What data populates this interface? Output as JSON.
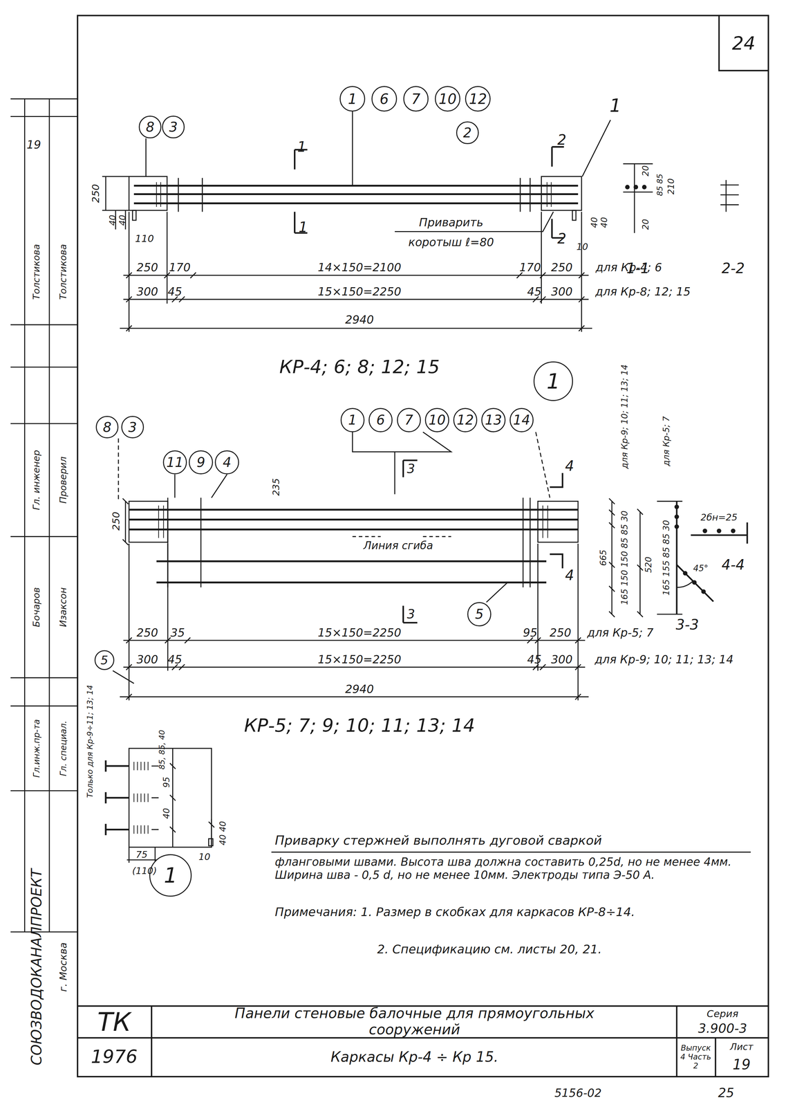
{
  "diagram": {
    "nodes": [
      {
        "text": [
          "8"
        ]
      },
      {
        "text": [
          "3"
        ]
      },
      {
        "text": [
          "1"
        ]
      },
      {
        "text": [
          "6"
        ]
      },
      {
        "text": [
          "7"
        ]
      },
      {
        "text": [
          "10"
        ]
      },
      {
        "text": [
          "12"
        ]
      },
      {
        "text": [
          "2"
        ]
      },
      {
        "text": [
          "1"
        ]
      },
      {
        "text": [
          "1"
        ]
      },
      {
        "text": [
          "6"
        ]
      },
      {
        "text": [
          "7"
        ]
      },
      {
        "text": [
          "10"
        ]
      },
      {
        "text": [
          "12"
        ]
      },
      {
        "text": [
          "13"
        ]
      },
      {
        "text": [
          "14"
        ]
      },
      {
        "text": [
          "8"
        ]
      },
      {
        "text": [
          "3"
        ]
      },
      {
        "text": [
          "11"
        ]
      },
      {
        "text": [
          "9"
        ]
      },
      {
        "text": [
          "4"
        ]
      },
      {
        "text": [
          "5"
        ]
      },
      {
        "text": [
          "5"
        ]
      },
      {
        "text": [
          "1"
        ]
      }
    ],
    "labels": [
      "24",
      "19",
      "Толстикова",
      "Толстикова",
      "Гл. инженер",
      "Проверил",
      "Бочаров",
      "Изаксон",
      "Гл.инж.пр-та",
      "Гл. специал.",
      "СОЮЗВОДОКАНАЛПРОЕКТ",
      "г. Москва",
      "1",
      "1",
      "1",
      "2",
      "2",
      "250",
      "40",
      "40",
      "110",
      "Приварить",
      "коротыш ℓ=80",
      "40",
      "40",
      "10",
      "20",
      "85 85",
      "210",
      "20",
      "1-1",
      "2-2",
      "250",
      "170",
      "14×150=2100",
      "170",
      "250",
      "для Кр-4; 6",
      "300",
      "45",
      "15×150=2250",
      "45",
      "300",
      "для Кр-8; 12; 15",
      "2940",
      "КР-4; 6; 8; 12; 15",
      "3",
      "4",
      "4",
      "3",
      "235",
      "250",
      "Линия сгиба",
      "665",
      "165 150 150 85 85 30",
      "для Кр-9; 10; 11; 13; 14",
      "520",
      "165 155 85 85 30",
      "для Кр-5; 7",
      "2бн=25",
      "4-4",
      "45°",
      "3-3",
      "250",
      "35",
      "15×150=2250",
      "95",
      "250",
      "для Кр-5; 7",
      "300",
      "45",
      "15×150=2250",
      "45",
      "300",
      "для Кр-9; 10; 11; 13; 14",
      "2940",
      "КР-5; 7; 9; 10; 11; 13; 14",
      "Только для Кр-9÷11; 13; 14",
      "85, 85, 40",
      "95",
      "40",
      "40 40",
      "75",
      "(110)",
      "10",
      "Приварку стержней выполнять дуговой сваркой",
      "фланговыми швами. Высота шва должна составить 0,25d, но не менее 4мм. Ширина шва - 0,5 d, но не менее 10мм. Электроды типа Э-50 А.",
      "Примечания: 1. Размер в скобках для каркасов КР-8÷14.",
      "2. Спецификацию см. листы 20, 21.",
      "ТК",
      "1976",
      "Панели стеновые балочные для прямоугольных сооружений",
      "Каркасы Кр-4 ÷ Кр 15.",
      "Серия",
      "3.900-3",
      "Выпуск 4 Часть 2",
      "Лист",
      "19",
      "5156-02",
      "25"
    ]
  }
}
